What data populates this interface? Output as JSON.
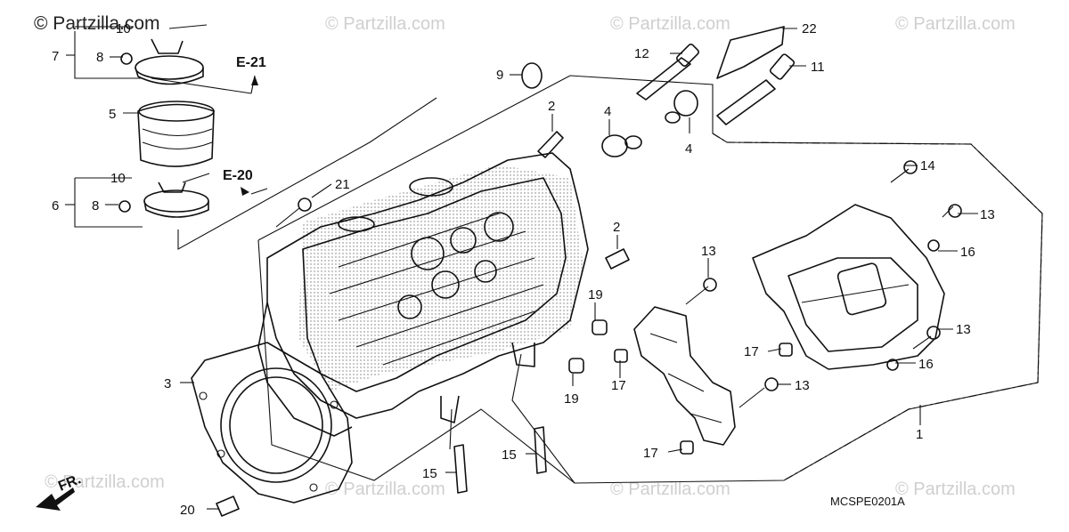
{
  "watermarks": {
    "primary": "© Partzilla.com",
    "faded": "© Partzilla.com"
  },
  "diagram_code": "MCSPE0201A",
  "references": {
    "e21": "E-21",
    "e20": "E-20"
  },
  "direction_marker": "FR.",
  "callouts": {
    "p1": "1",
    "p2a": "2",
    "p2b": "2",
    "p3": "3",
    "p4a": "4",
    "p4b": "4",
    "p5": "5",
    "p6": "6",
    "p7": "7",
    "p8a": "8",
    "p8b": "8",
    "p9": "9",
    "p10a": "10",
    "p10b": "10",
    "p11": "11",
    "p12": "12",
    "p13a": "13",
    "p13b": "13",
    "p13c": "13",
    "p13d": "13",
    "p14": "14",
    "p15a": "15",
    "p15b": "15",
    "p16a": "16",
    "p16b": "16",
    "p17a": "17",
    "p17b": "17",
    "p17c": "17",
    "p19a": "19",
    "p19b": "19",
    "p20": "20",
    "p21": "21",
    "p22": "22"
  },
  "colors": {
    "ink": "#111111",
    "watermark": "#cfcfcf",
    "background": "#ffffff"
  }
}
